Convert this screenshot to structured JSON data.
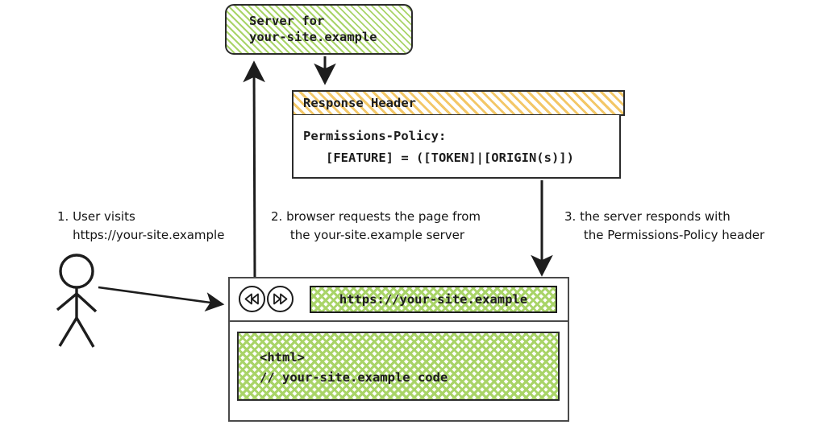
{
  "diagram": {
    "title": "Permissions-Policy response header flow",
    "colors": {
      "hatch_green": "#a9d468",
      "hatch_orange": "#f3c767",
      "stroke": "#1d1d1d",
      "browser_border": "#4a4a4a"
    }
  },
  "server": {
    "label_line1": "Server for",
    "label_line2": "your-site.example",
    "label": "Server for\nyour-site.example"
  },
  "response_header": {
    "title": "Response Header",
    "body_line1": "Permissions-Policy:",
    "body_line2": "   [FEATURE] = ([TOKEN]|[ORIGIN(s)])",
    "body": "Permissions-Policy:\n   [FEATURE] = ([TOKEN]|[ORIGIN(s)])"
  },
  "captions": [
    {
      "id": "caption-1",
      "line1": "1. User visits",
      "line2": "    https://your-site.example",
      "text": "1. User visits\n    https://your-site.example"
    },
    {
      "id": "caption-2",
      "line1": "2. browser requests the page from",
      "line2": "     the your-site.example server",
      "text": "2. browser requests the page from\n     the your-site.example server"
    },
    {
      "id": "caption-3",
      "line1": "3. the server responds with",
      "line2": "     the Permissions-Policy header",
      "text": "3. the server responds with\n     the Permissions-Policy header"
    }
  ],
  "browser": {
    "back_icon": "rewind-circle-icon",
    "forward_icon": "fast-forward-circle-icon",
    "url_value": "https://your-site.example",
    "url_placeholder": "https://your-site.example",
    "page_line1": "<html>",
    "page_line2": "// your-site.example code",
    "page_code": "<html>\n// your-site.example code"
  },
  "actor": {
    "name": "user-stick-figure"
  }
}
